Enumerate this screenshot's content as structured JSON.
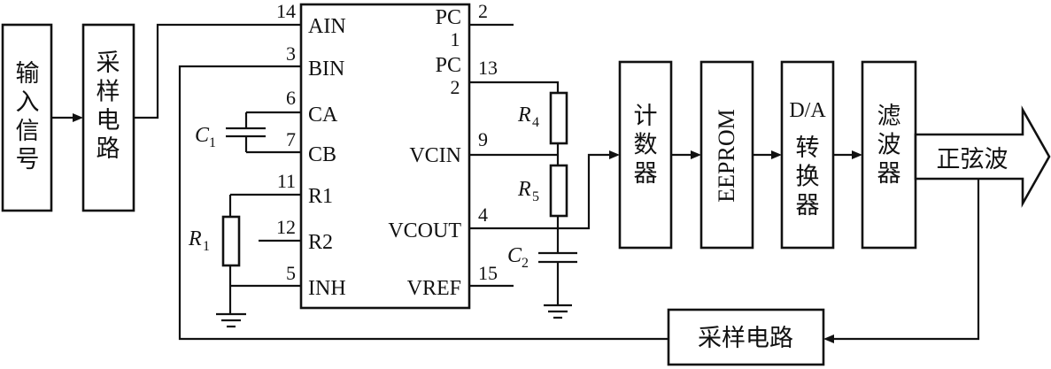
{
  "blocks": {
    "input": "输入信号",
    "sampler_top": "采样电路",
    "counter": "计数器",
    "eeprom": "EEPROM",
    "da_top": "D/A",
    "da_bottom": "转换器",
    "filter": "滤波器",
    "output": "正弦波",
    "sampler_bottom": "采样电路"
  },
  "chip": {
    "left_pins": [
      {
        "label": "AIN",
        "num": "14"
      },
      {
        "label": "BIN",
        "num": "3"
      },
      {
        "label": "CA",
        "num": "6"
      },
      {
        "label": "CB",
        "num": "7"
      },
      {
        "label": "R1",
        "num": "11"
      },
      {
        "label": "R2",
        "num": "12"
      },
      {
        "label": "INH",
        "num": "5"
      }
    ],
    "right_pins": [
      {
        "label": "PC",
        "sub": "1",
        "num": "2"
      },
      {
        "label": "PC",
        "sub": "2",
        "num": "13"
      },
      {
        "label": "VCIN",
        "num": "9"
      },
      {
        "label": "VCOUT",
        "num": "4"
      },
      {
        "label": "VREF",
        "num": "15"
      }
    ]
  },
  "components": {
    "c1": {
      "letter": "C",
      "sub": "1"
    },
    "c2": {
      "letter": "C",
      "sub": "2"
    },
    "r1": {
      "letter": "R",
      "sub": "1"
    },
    "r4": {
      "letter": "R",
      "sub": "4"
    },
    "r5": {
      "letter": "R",
      "sub": "5"
    }
  }
}
